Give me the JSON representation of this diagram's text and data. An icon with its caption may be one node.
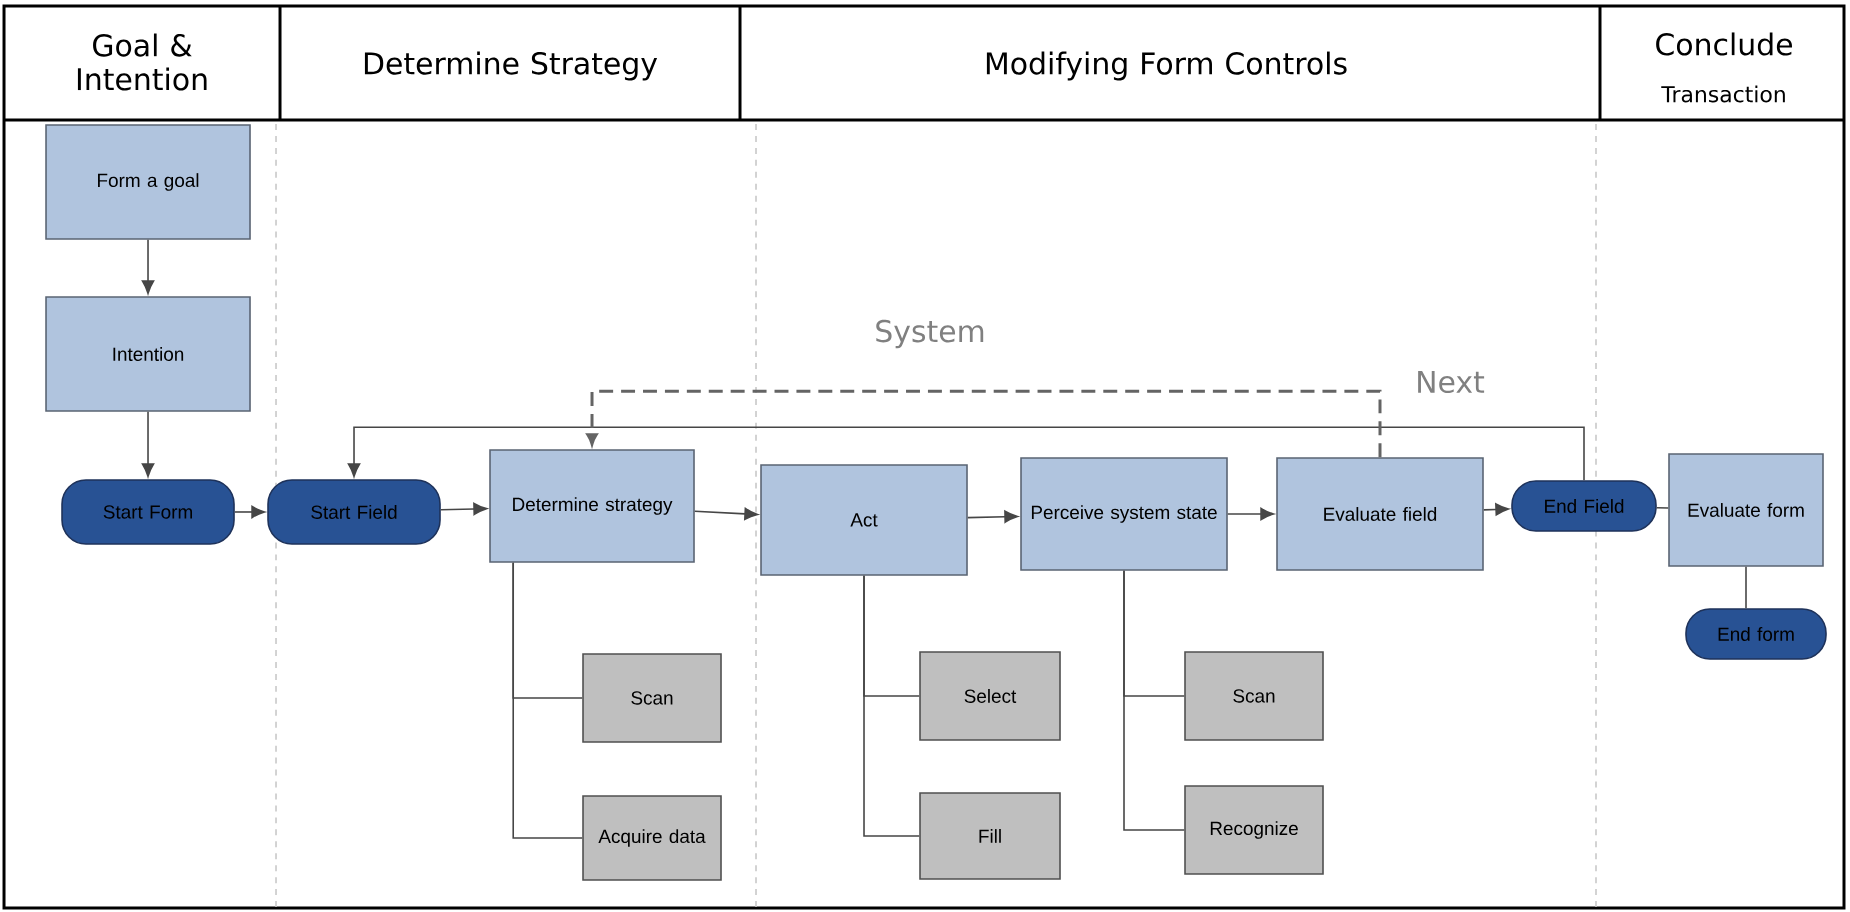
{
  "diagram": {
    "nodes": [
      {
        "text": [
          "Form a goal"
        ]
      },
      {
        "text": [
          "Intention"
        ]
      },
      {
        "text": [
          "Start Form"
        ]
      },
      {
        "text": [
          "Start Field"
        ]
      },
      {
        "text": [
          "Determine strategy"
        ]
      },
      {
        "text": [
          "Scan"
        ]
      },
      {
        "text": [
          "Acquire data"
        ]
      },
      {
        "text": [
          "Act"
        ]
      },
      {
        "text": [
          "Select"
        ]
      },
      {
        "text": [
          "Fill"
        ]
      },
      {
        "text": [
          "Perceive system state"
        ]
      },
      {
        "text": [
          "Scan"
        ]
      },
      {
        "text": [
          "Recognize"
        ]
      },
      {
        "text": [
          "Evaluate field"
        ]
      },
      {
        "text": [
          "End Field"
        ]
      },
      {
        "text": [
          "Evaluate form"
        ]
      },
      {
        "text": [
          "End form"
        ]
      }
    ],
    "edges": [
      {
        "from": 0,
        "to": 1,
        "arrow": "to"
      },
      {
        "from": 1,
        "to": 2,
        "arrow": "to"
      },
      {
        "from": 2,
        "to": 3,
        "arrow": "to"
      },
      {
        "from": 3,
        "to": 4,
        "arrow": "to"
      },
      {
        "from": 4,
        "to": 7,
        "arrow": "to"
      },
      {
        "from": 7,
        "to": 10,
        "arrow": "to"
      },
      {
        "from": 10,
        "to": 13,
        "arrow": "to"
      },
      {
        "from": 13,
        "to": 14,
        "arrow": "to"
      },
      {
        "from": 14,
        "to": 15,
        "arrow": "none"
      },
      {
        "from": 15,
        "to": 16,
        "arrow": "none"
      },
      {
        "from": 14,
        "to": 3,
        "arrow": "to"
      },
      {
        "from": 13,
        "to": 4,
        "arrow": "to",
        "style": "dashed"
      },
      {
        "from": 4,
        "to": 5,
        "arrow": "none"
      },
      {
        "from": 4,
        "to": 6,
        "arrow": "none"
      },
      {
        "from": 7,
        "to": 8,
        "arrow": "none"
      },
      {
        "from": 7,
        "to": 9,
        "arrow": "none"
      },
      {
        "from": 10,
        "to": 11,
        "arrow": "none"
      },
      {
        "from": 10,
        "to": 12,
        "arrow": "none"
      }
    ],
    "labels": [
      "Goal & Intention",
      "Determine Strategy",
      "Modifying Form Controls",
      "Conclude",
      "Transaction",
      "System",
      "Next"
    ]
  }
}
